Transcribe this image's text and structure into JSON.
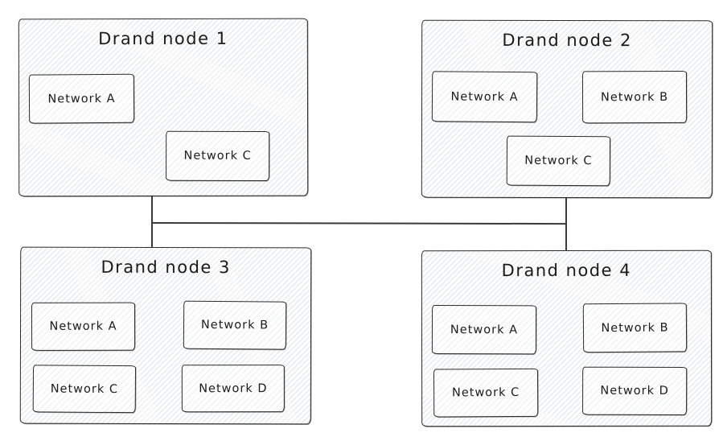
{
  "diagram": {
    "nodes": [
      {
        "title": "Drand node 1",
        "networks": [
          "Network A",
          "Network C"
        ]
      },
      {
        "title": "Drand node 2",
        "networks": [
          "Network A",
          "Network B",
          "Network C"
        ]
      },
      {
        "title": "Drand node 3",
        "networks": [
          "Network A",
          "Network B",
          "Network C",
          "Network D"
        ]
      },
      {
        "title": "Drand node 4",
        "networks": [
          "Network A",
          "Network B",
          "Network C",
          "Network D"
        ]
      }
    ],
    "connectors": [
      {
        "name": "node1-to-node3",
        "type": "vertical"
      },
      {
        "name": "node2-to-node4",
        "type": "vertical"
      },
      {
        "name": "cross-link",
        "type": "horizontal"
      }
    ],
    "colors": {
      "stroke": "#2b2b2b",
      "hatch_fill": "#e3e6e8",
      "background": "#ffffff",
      "text": "#1b1b1b"
    },
    "style": "hand-drawn-hachure"
  }
}
